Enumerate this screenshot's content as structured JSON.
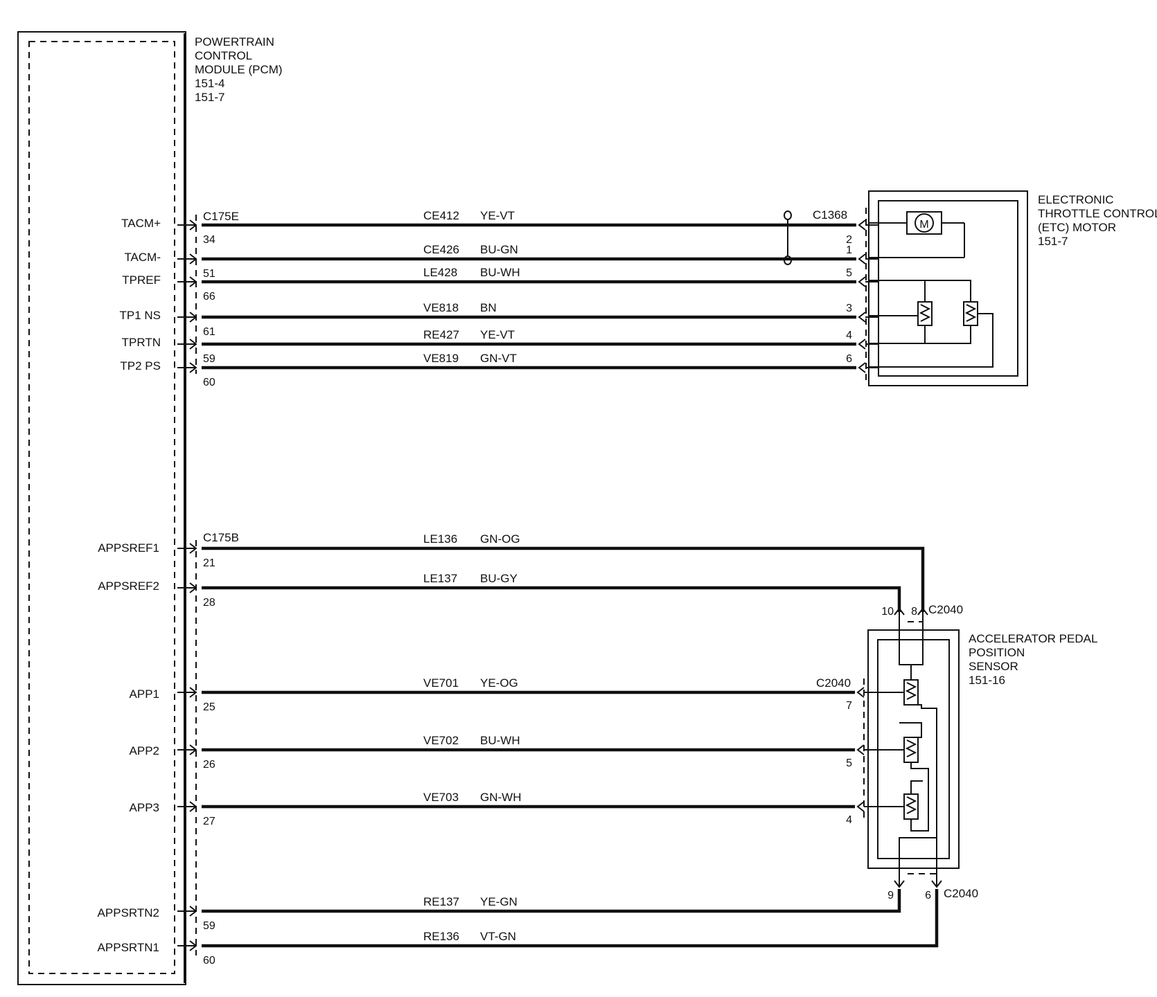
{
  "pcm": {
    "name_lines": [
      "POWERTRAIN",
      "CONTROL",
      "MODULE (PCM)",
      "151-4",
      "151-7"
    ]
  },
  "etc": {
    "name_lines": [
      "ELECTRONIC",
      "THROTTLE CONTROL",
      "(ETC) MOTOR",
      "151-7"
    ],
    "pcm_connector": "C175E",
    "device_connector": "C1368",
    "motor_symbol": "M",
    "circuits": [
      {
        "signal": "TACM+",
        "pcm_pin": "34",
        "circuit": "CE412",
        "color": "YE-VT",
        "device_pin": "2"
      },
      {
        "signal": "TACM-",
        "pcm_pin": "51",
        "circuit": "CE426",
        "color": "BU-GN",
        "device_pin": "1"
      },
      {
        "signal": "TPREF",
        "pcm_pin": "66",
        "circuit": "LE428",
        "color": "BU-WH",
        "device_pin": "5"
      },
      {
        "signal": "TP1 NS",
        "pcm_pin": "61",
        "circuit": "VE818",
        "color": "BN",
        "device_pin": "3"
      },
      {
        "signal": "TPRTN",
        "pcm_pin": "59",
        "circuit": "RE427",
        "color": "YE-VT",
        "device_pin": "4"
      },
      {
        "signal": "TP2 PS",
        "pcm_pin": "60",
        "circuit": "VE819",
        "color": "GN-VT",
        "device_pin": "6"
      }
    ]
  },
  "app": {
    "name_lines": [
      "ACCELERATOR PEDAL",
      "POSITION",
      "SENSOR",
      "151-16"
    ],
    "pcm_connector": "C175B",
    "device_connector": "C2040",
    "circuits": [
      {
        "signal": "APPSREF1",
        "pcm_pin": "21",
        "circuit": "LE136",
        "color": "GN-OG",
        "device_pin": "8"
      },
      {
        "signal": "APPSREF2",
        "pcm_pin": "28",
        "circuit": "LE137",
        "color": "BU-GY",
        "device_pin": "10"
      },
      {
        "signal": "APP1",
        "pcm_pin": "25",
        "circuit": "VE701",
        "color": "YE-OG",
        "device_pin": "7"
      },
      {
        "signal": "APP2",
        "pcm_pin": "26",
        "circuit": "VE702",
        "color": "BU-WH",
        "device_pin": "5"
      },
      {
        "signal": "APP3",
        "pcm_pin": "27",
        "circuit": "VE703",
        "color": "GN-WH",
        "device_pin": "4"
      },
      {
        "signal": "APPSRTN2",
        "pcm_pin": "59",
        "circuit": "RE137",
        "color": "YE-GN",
        "device_pin": "9"
      },
      {
        "signal": "APPSRTN1",
        "pcm_pin": "60",
        "circuit": "RE136",
        "color": "VT-GN",
        "device_pin": "6"
      }
    ]
  }
}
